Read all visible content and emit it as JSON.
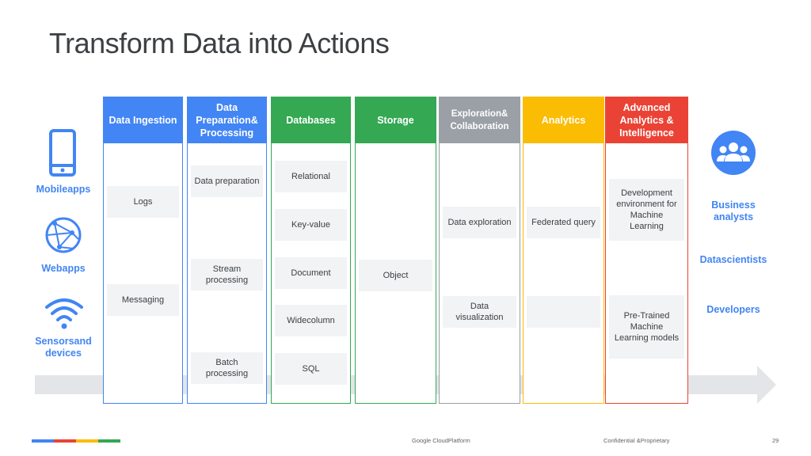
{
  "title": "Transform Data into Actions",
  "colors": {
    "blue": "#4285f4",
    "green": "#34a853",
    "gray": "#9aa0a6",
    "yellow": "#fbbc04",
    "red": "#ea4335"
  },
  "sources": [
    {
      "label": "Mobileapps",
      "icon": "mobile-phone-icon"
    },
    {
      "label": "Webapps",
      "icon": "globe-network-icon"
    },
    {
      "label": "Sensorsand devices",
      "icon": "wifi-signal-icon"
    }
  ],
  "columns": [
    {
      "header": "Data Ingestion",
      "items": [
        "Logs",
        "Messaging"
      ]
    },
    {
      "header": "Data Preparation& Processing",
      "items": [
        "Data preparation",
        "Stream processing",
        "Batch processing"
      ]
    },
    {
      "header": "Databases",
      "items": [
        "Relational",
        "Key-value",
        "Document",
        "Widecolumn",
        "SQL"
      ]
    },
    {
      "header": "Storage",
      "items": [
        "Object"
      ]
    },
    {
      "header": "Exploration& Collaboration",
      "items": [
        "Data exploration",
        "Data visualization"
      ]
    },
    {
      "header": "Analytics",
      "items": [
        "Federated query",
        ""
      ]
    },
    {
      "header": "Advanced Analytics & Intelligence",
      "items": [
        "Development environment for Machine Learning",
        "Pre-Trained Machine Learning models"
      ]
    }
  ],
  "audiences": [
    {
      "label": "Business analysts",
      "icon": "people-group-icon"
    },
    {
      "label": "Datascientists"
    },
    {
      "label": "Developers"
    }
  ],
  "footer": {
    "brand": "Google CloudPlatform",
    "confidential": "Confidential &Proprietary",
    "page": "29"
  }
}
